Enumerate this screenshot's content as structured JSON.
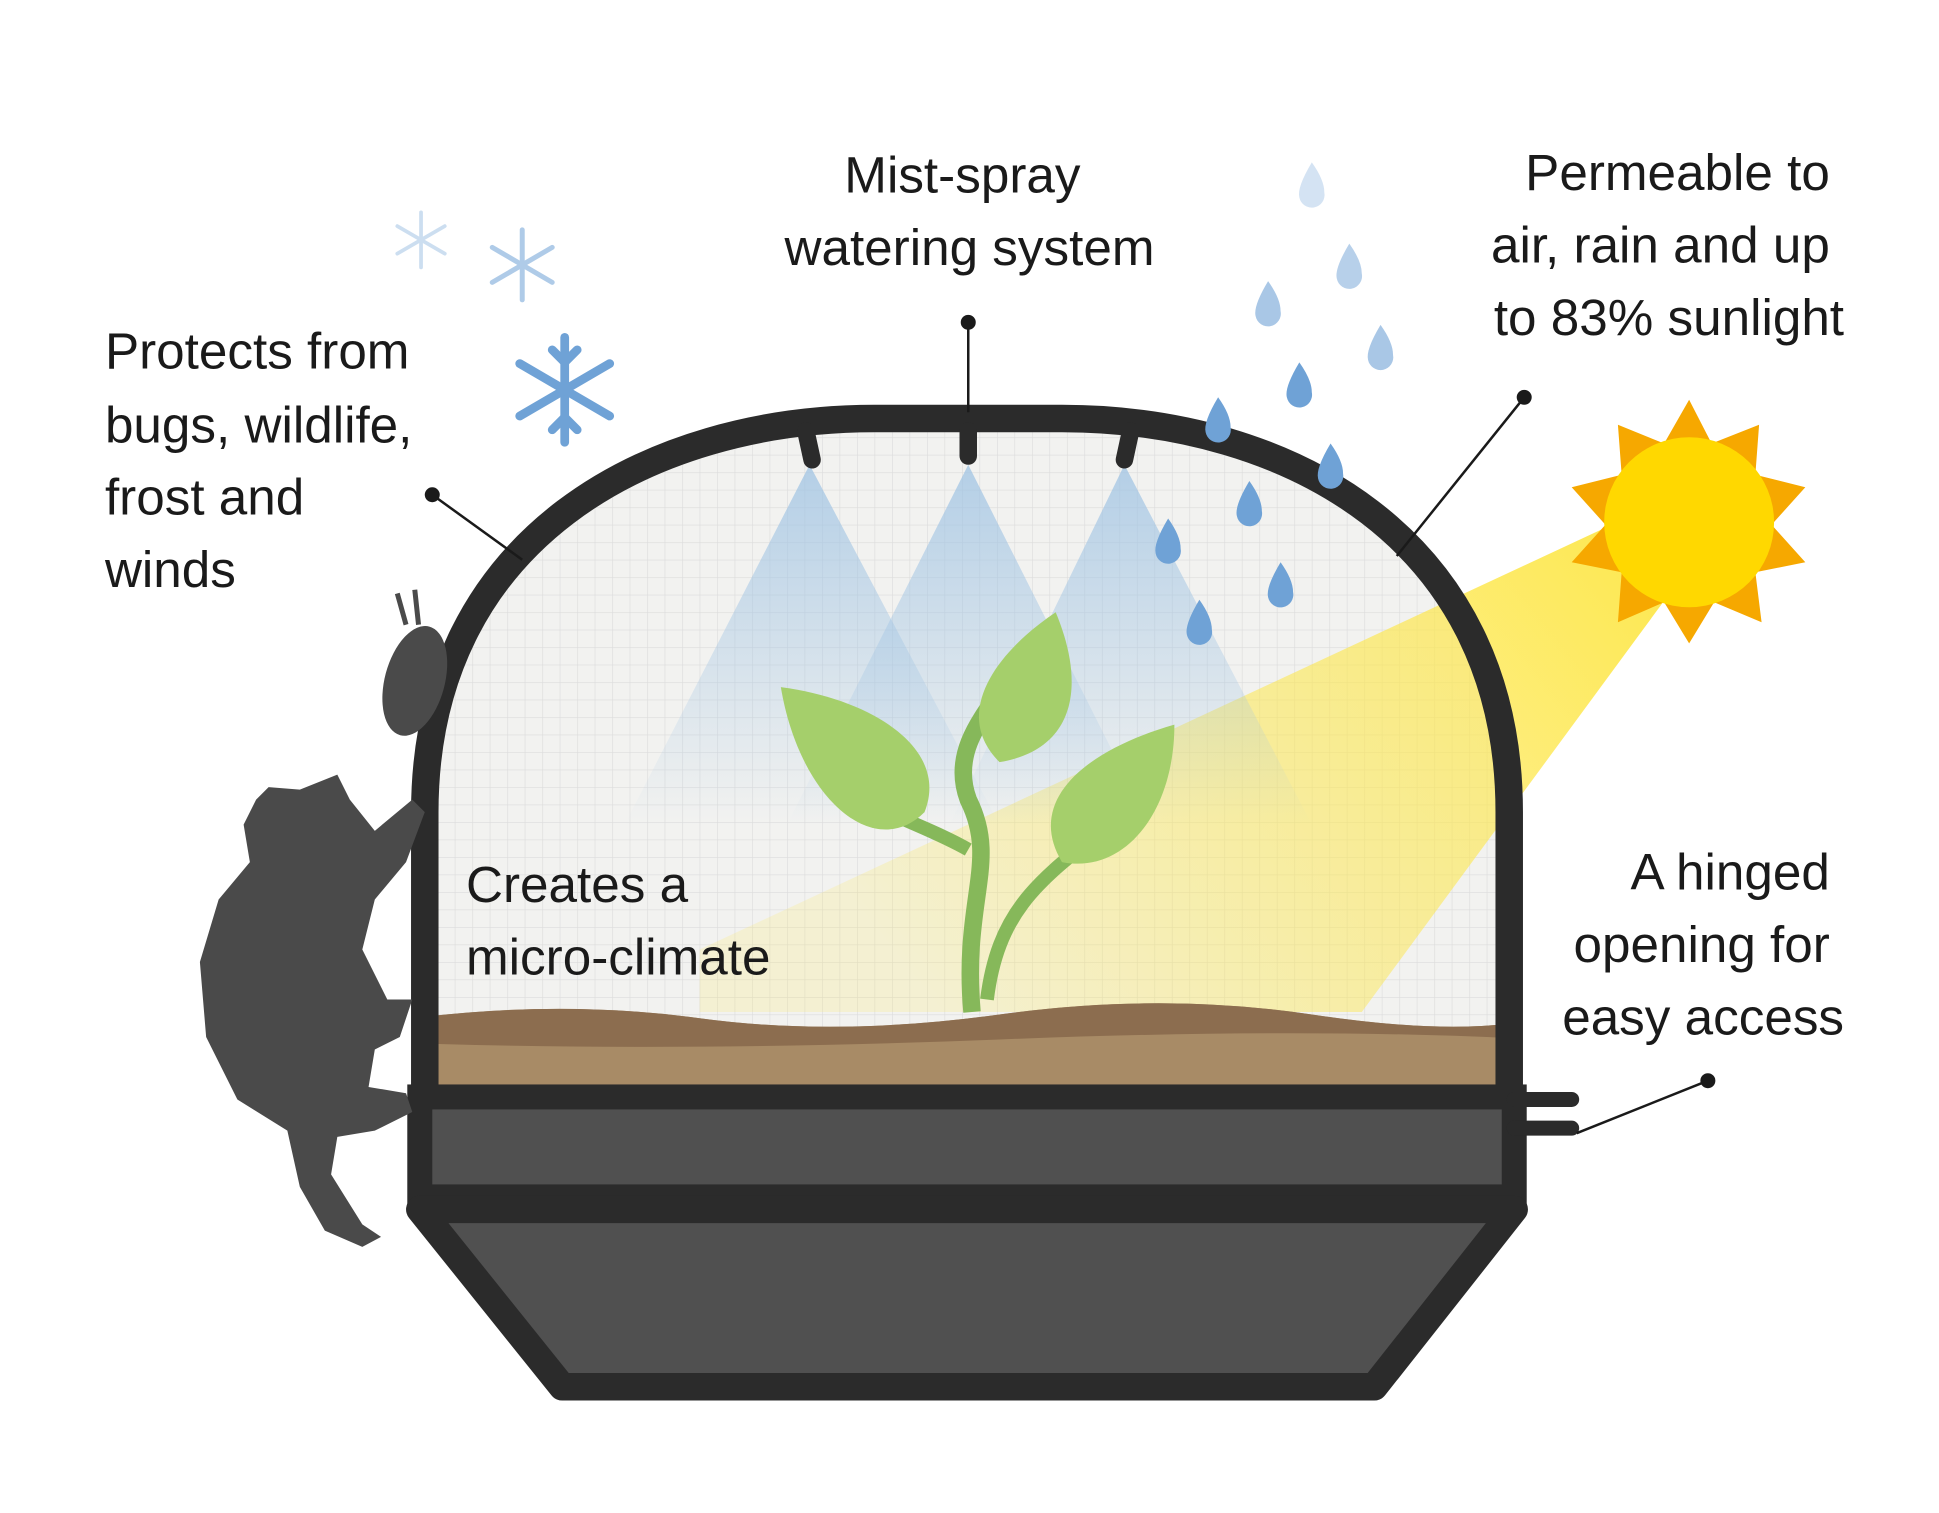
{
  "labels": {
    "protects": [
      "Protects from",
      "bugs, wildlife,",
      "frost and",
      "winds"
    ],
    "mist": [
      "Mist-spray",
      "watering system"
    ],
    "permeable": [
      "Permeable to",
      "air, rain and up",
      "to 83% sunlight"
    ],
    "microclimate": [
      "Creates a",
      "micro-climate"
    ],
    "hinged": [
      "A hinged",
      "opening for",
      "easy access"
    ]
  },
  "colors": {
    "frame": "#2b2b2b",
    "base": "#505050",
    "soil": "#a88b66",
    "soil_dark": "#8c6d4f",
    "mesh": "#f2f2f0",
    "sun": "#ffd800",
    "sun_rays": "#f6a800",
    "beam": "#fde74c",
    "mist": "#a9c9e6",
    "rain": "#6fa2d6",
    "leaf": "#a5cf6b",
    "stem": "#86b85a"
  }
}
